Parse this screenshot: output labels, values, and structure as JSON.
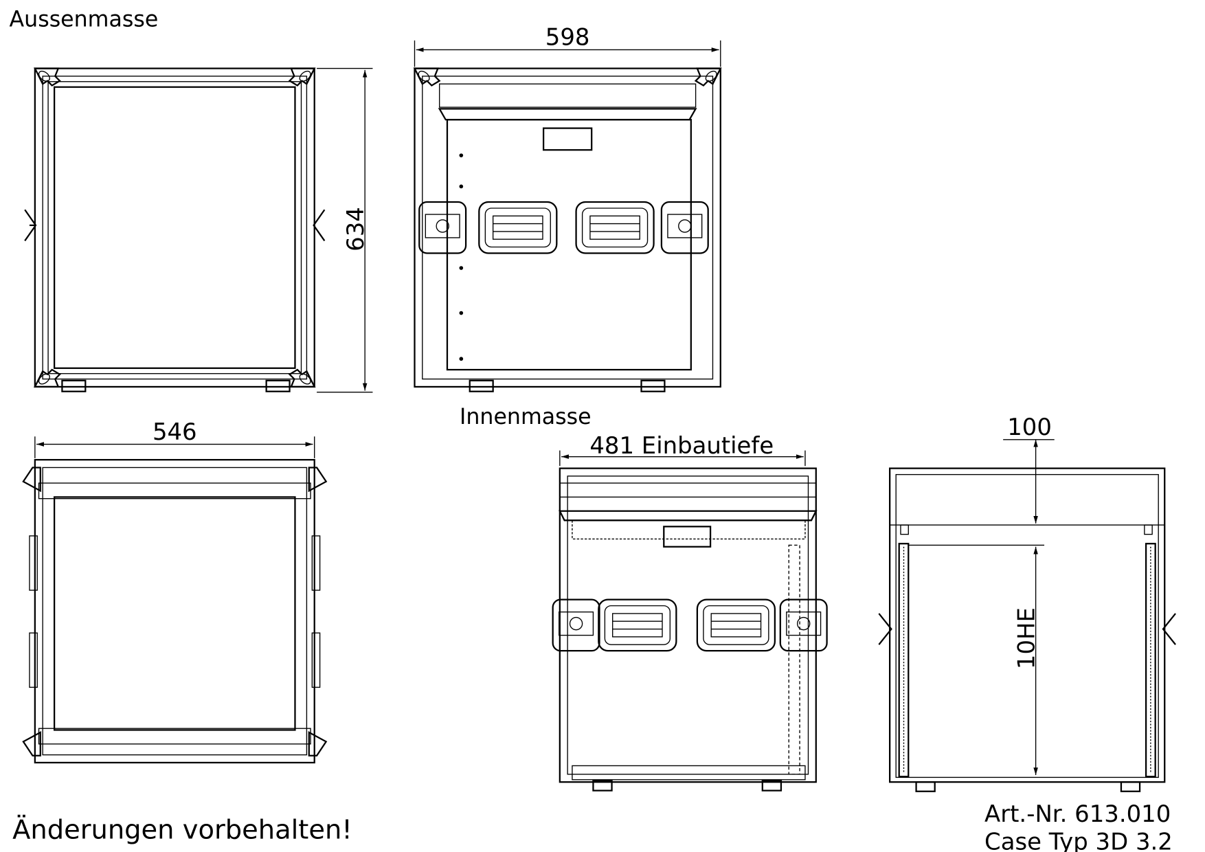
{
  "labels": {
    "outer_dimensions": "Aussenmasse",
    "inner_dimensions": "Innenmasse",
    "disclaimer": "Änderungen vorbehalten!",
    "article_number": "Art.-Nr.  613.010",
    "case_type": "Case Typ 3D 3.2"
  },
  "dimensions": {
    "outer_width": "598",
    "outer_height": "634",
    "inner_width": "546",
    "mounting_depth": "481 Einbautiefe",
    "lid_depth": "100",
    "rack_units": "10HE"
  },
  "colors": {
    "line": "#000000",
    "background": "#ffffff"
  }
}
